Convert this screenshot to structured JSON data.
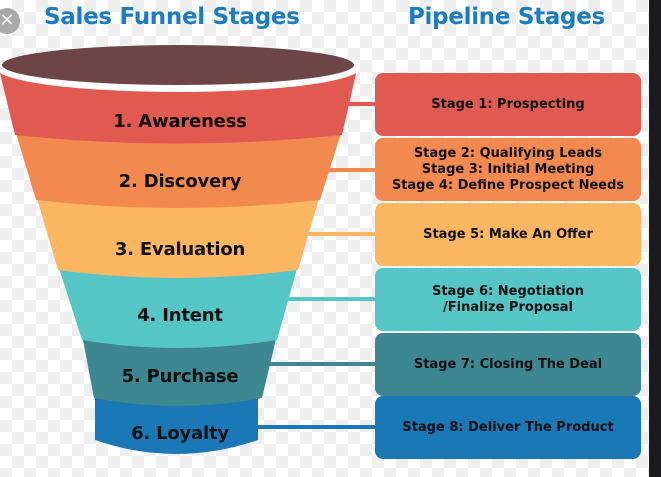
{
  "titles": {
    "funnel": "Sales Funnel Stages",
    "pipeline": "Pipeline Stages"
  },
  "close_icon": "✕",
  "colors": {
    "rim": "#6e4546",
    "awareness": "#e05a52",
    "discovery": "#f28a4f",
    "evaluation": "#fbb662",
    "intent": "#55c5c6",
    "purchase": "#3e8791",
    "loyalty": "#1a78b7",
    "title": "#1b7dc0"
  },
  "funnel_stages": [
    {
      "label": "1. Awareness"
    },
    {
      "label": "2. Discovery"
    },
    {
      "label": "3. Evaluation"
    },
    {
      "label": "4. Intent"
    },
    {
      "label": "5. Purchase"
    },
    {
      "label": "6. Loyalty"
    }
  ],
  "pipeline_stages": [
    {
      "lines": [
        "Stage 1: Prospecting"
      ]
    },
    {
      "lines": [
        "Stage 2: Qualifying Leads",
        "Stage 3: Initial Meeting",
        "Stage 4: Define Prospect Needs"
      ]
    },
    {
      "lines": [
        "Stage 5: Make An Offer"
      ]
    },
    {
      "lines": [
        "Stage 6: Negotiation",
        "/Finalize Proposal"
      ]
    },
    {
      "lines": [
        "Stage 7: Closing The Deal"
      ]
    },
    {
      "lines": [
        "Stage 8: Deliver The Product"
      ]
    }
  ]
}
